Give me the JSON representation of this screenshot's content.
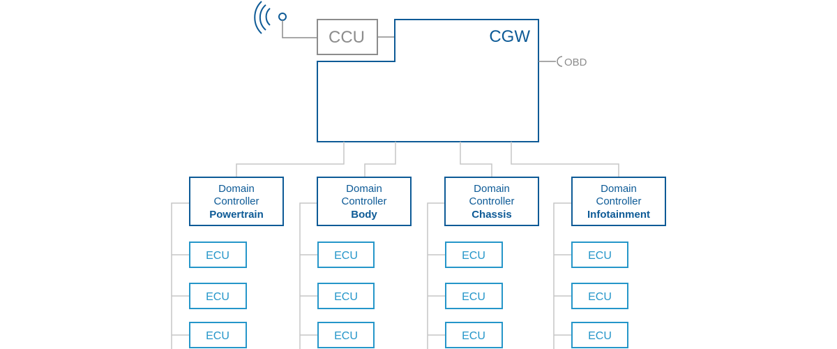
{
  "gateway": {
    "label": "CGW"
  },
  "ccu": {
    "label": "CCU"
  },
  "obd": {
    "label": "OBD"
  },
  "domains": [
    {
      "line1": "Domain",
      "line2": "Controller",
      "name": "Powertrain",
      "ecus": [
        "ECU",
        "ECU",
        "ECU"
      ]
    },
    {
      "line1": "Domain",
      "line2": "Controller",
      "name": "Body",
      "ecus": [
        "ECU",
        "ECU",
        "ECU"
      ]
    },
    {
      "line1": "Domain",
      "line2": "Controller",
      "name": "Chassis",
      "ecus": [
        "ECU",
        "ECU",
        "ECU"
      ]
    },
    {
      "line1": "Domain",
      "line2": "Controller",
      "name": "Infotainment",
      "ecus": [
        "ECU",
        "ECU",
        "ECU"
      ]
    }
  ],
  "colors": {
    "primary": "#0d5a96",
    "ecu": "#2596c9",
    "ccu": "#8c8c8c",
    "connector": "#c6c6c6",
    "obd": "#8c8c8c"
  }
}
